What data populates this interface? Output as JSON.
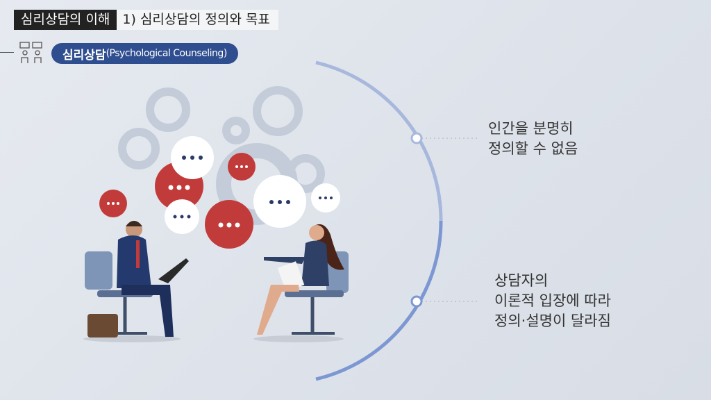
{
  "header": {
    "section": "심리상담의 이해",
    "subsection": "1) 심리상담의 정의와 목표"
  },
  "topic": {
    "korean": "심리상담",
    "english": "(Psychological Counseling)"
  },
  "points": [
    {
      "lines": [
        "인간을 분명히",
        "정의할 수 없음"
      ]
    },
    {
      "lines": [
        "상담자의",
        "이론적 입장에 따라",
        "정의·설명이 달라짐"
      ]
    }
  ],
  "colors": {
    "accent": "#2f4e8f",
    "arc_light": "#a8b8dc",
    "arc_dark": "#7d97d2",
    "bubble_red": "#c23b3b"
  }
}
